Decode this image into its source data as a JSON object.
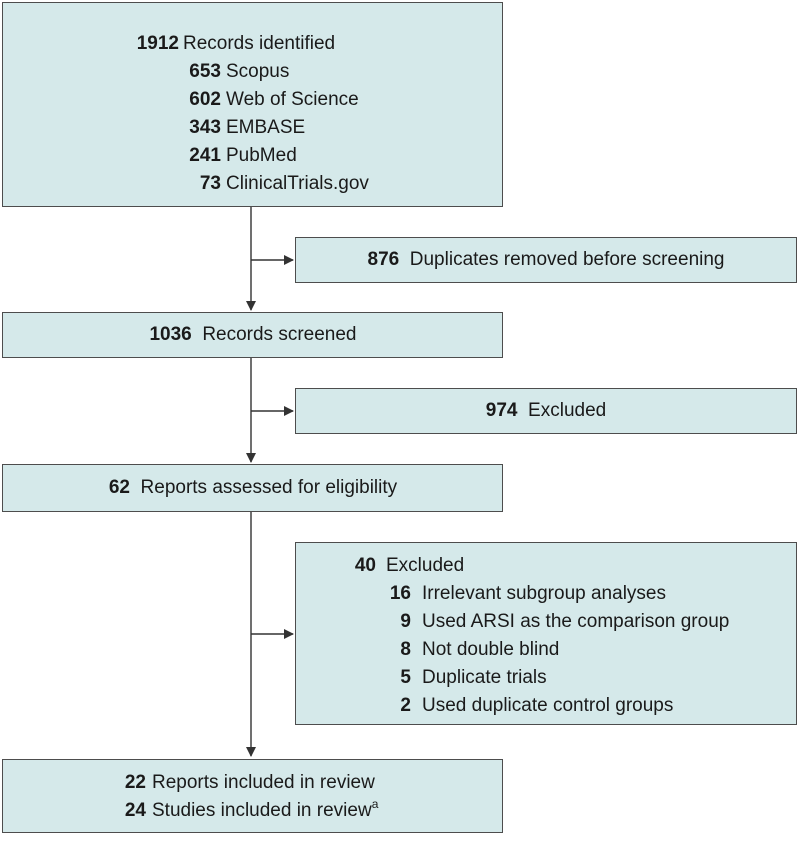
{
  "identified": {
    "total": {
      "num": "1912",
      "label": "Records identified"
    },
    "sources": [
      {
        "num": "653",
        "label": "Scopus"
      },
      {
        "num": "602",
        "label": "Web of Science"
      },
      {
        "num": "343",
        "label": "EMBASE"
      },
      {
        "num": "241",
        "label": "PubMed"
      },
      {
        "num": "73",
        "label": "ClinicalTrials.gov"
      }
    ]
  },
  "duplicates": {
    "num": "876",
    "label": "Duplicates removed before screening"
  },
  "screened": {
    "num": "1036",
    "label": "Records screened"
  },
  "excluded_screen": {
    "num": "974",
    "label": "Excluded"
  },
  "assessed": {
    "num": "62",
    "label": "Reports assessed for eligibility"
  },
  "excluded_eligibility": {
    "total": {
      "num": "40",
      "label": "Excluded"
    },
    "reasons": [
      {
        "num": "16",
        "label": "Irrelevant subgroup analyses"
      },
      {
        "num": "9",
        "label": "Used ARSI as the comparison group"
      },
      {
        "num": "8",
        "label": "Not double blind"
      },
      {
        "num": "5",
        "label": "Duplicate trials"
      },
      {
        "num": "2",
        "label": "Used duplicate control groups"
      }
    ]
  },
  "included": {
    "reports": {
      "num": "22",
      "label": "Reports included in review"
    },
    "studies": {
      "num": "24",
      "label": "Studies included in review",
      "footnote": "a"
    }
  }
}
